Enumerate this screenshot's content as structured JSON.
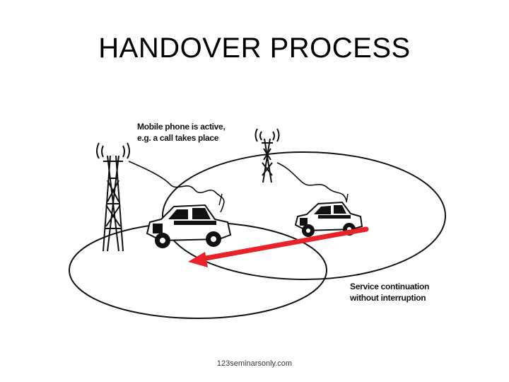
{
  "slide": {
    "title": "HANDOVER PROCESS"
  },
  "diagram": {
    "label_active_line1": "Mobile phone is active,",
    "label_active_line2": "e.g. a call takes place",
    "label_service_line1": "Service continuation",
    "label_service_line2": "without interruption",
    "arrow_color": "#e8222a",
    "line_color": "#111111"
  },
  "footer": {
    "text": "123seminarsonly.com"
  }
}
